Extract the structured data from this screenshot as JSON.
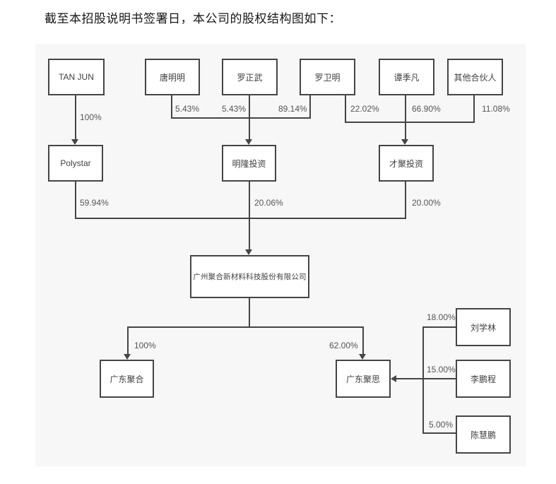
{
  "page": {
    "title": "截至本招股说明书签署日，本公司的股权结构图如下："
  },
  "diagram": {
    "nodes": {
      "tan_jun": {
        "label": "TAN JUN"
      },
      "tang_mingming": {
        "label": "唐明明"
      },
      "luo_zhengwu": {
        "label": "罗正武"
      },
      "luo_weiming": {
        "label": "罗卫明"
      },
      "tan_jifan": {
        "label": "谭季凡"
      },
      "other_partners": {
        "label": "其他合伙人"
      },
      "polystar": {
        "label": "Polystar"
      },
      "minglong": {
        "label": "明隆投资"
      },
      "caiju": {
        "label": "才聚投资"
      },
      "company": {
        "label": "广州聚合新材料科技股份有限公司"
      },
      "gd_juhe": {
        "label": "广东聚合"
      },
      "gd_jusi": {
        "label": "广东聚思"
      },
      "liu_xuelin": {
        "label": "刘学林"
      },
      "li_pengcheng": {
        "label": "李鹏程"
      },
      "chen_huipeng": {
        "label": "陈慧鹏"
      }
    },
    "ownership": {
      "tanjun_to_polystar": "100%",
      "tang_to_minglong": "5.43%",
      "luozhengwu_to_minglong": "5.43%",
      "luoweiming_to_minglong": "89.14%",
      "luoweiming_to_caiju": "22.02%",
      "tanjifan_to_caiju": "66.90%",
      "others_to_caiju": "11.08%",
      "polystar_to_company": "59.94%",
      "minglong_to_company": "20.06%",
      "caiju_to_company": "20.00%",
      "company_to_gdjuhe": "100%",
      "company_to_gdjusi": "62.00%",
      "liu_to_gdjusi": "18.00%",
      "li_to_gdjusi": "15.00%",
      "chen_to_gdjusi": "5.00%"
    },
    "colors": {
      "panel_bg": "#f7f7f7",
      "line": "#454545",
      "node_border": "#454545",
      "node_bg": "#ffffff",
      "pct_text": "#555555"
    }
  }
}
